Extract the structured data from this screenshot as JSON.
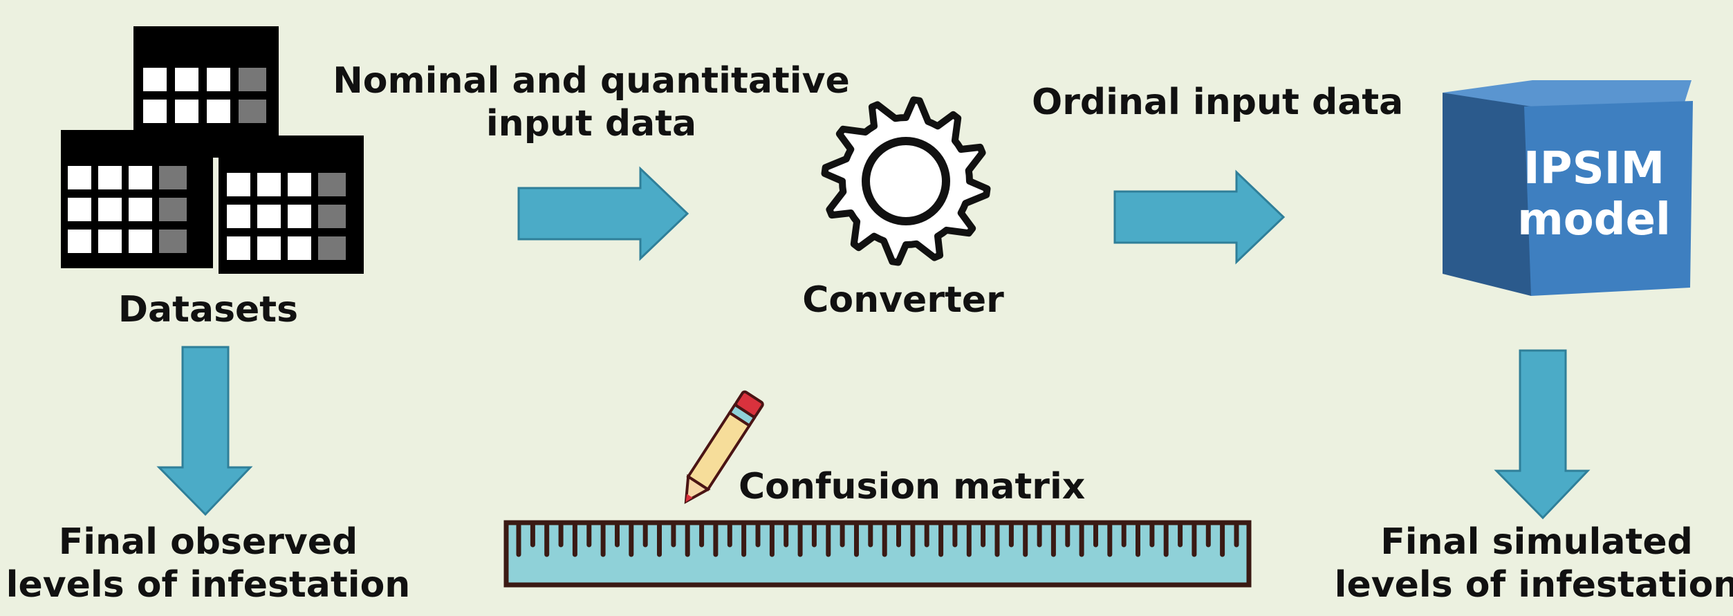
{
  "diagram": {
    "labels": {
      "datasets": "Datasets",
      "input_top_line1": "Nominal and quantitative",
      "input_top_line2": "input data",
      "converter": "Converter",
      "ordinal": "Ordinal input data",
      "model_line1": "IPSIM",
      "model_line2": "model",
      "confusion": "Confusion matrix",
      "observed_line1": "Final observed",
      "observed_line2": "levels of infestation",
      "simulated_line1": "Final simulated",
      "simulated_line2": "levels of infestation"
    },
    "colors": {
      "background": "#ecf1e0",
      "arrow_fill": "#4babc7",
      "arrow_stroke": "#2f7f99",
      "cube_front": "#3e7fc0",
      "cube_side": "#2b5a8c",
      "cube_top": "#5a95d0",
      "ruler_fill": "#8fd1d8",
      "ruler_border": "#3a1a14"
    },
    "icons": [
      "table-stack-icon",
      "gear-icon",
      "cube-icon",
      "pencil-icon",
      "ruler-icon"
    ]
  }
}
